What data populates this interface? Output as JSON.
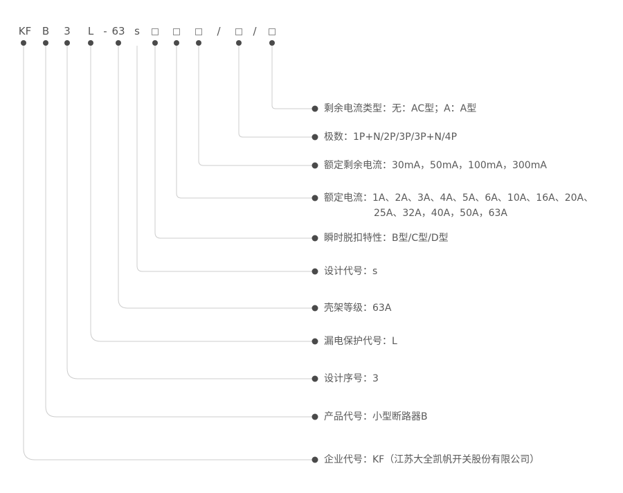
{
  "model_code": {
    "segments": [
      {
        "text": "KF",
        "kind": "code"
      },
      {
        "text": "B",
        "kind": "code"
      },
      {
        "text": "3",
        "kind": "code"
      },
      {
        "text": "L",
        "kind": "code"
      },
      {
        "text": "-",
        "kind": "separator"
      },
      {
        "text": "63",
        "kind": "code"
      },
      {
        "text": "s",
        "kind": "code"
      },
      {
        "text": "",
        "kind": "placeholder-box"
      },
      {
        "text": "",
        "kind": "placeholder-box"
      },
      {
        "text": "",
        "kind": "placeholder-box"
      },
      {
        "text": "/",
        "kind": "separator"
      },
      {
        "text": "",
        "kind": "placeholder-box"
      },
      {
        "text": "/",
        "kind": "separator"
      },
      {
        "text": "",
        "kind": "placeholder-box"
      }
    ]
  },
  "entries": [
    {
      "label": "剩余电流类型：无：AC型；A：A型"
    },
    {
      "label": "极数：1P+N/2P/3P/3P+N/4P"
    },
    {
      "label": "额定剩余电流：30mA，50mA，100mA，300mA"
    },
    {
      "label": "额定电流：1A、2A、3A、4A、5A、6A、10A、16A、20A、",
      "label_line2": "25A、32A，40A，50A，63A"
    },
    {
      "label": "瞬时脱扣特性：B型/C型/D型"
    },
    {
      "label": "设计代号：s"
    },
    {
      "label": "壳架等级：63A"
    },
    {
      "label": "漏电保护代号：L"
    },
    {
      "label": "设计序号：3"
    },
    {
      "label": "产品代号：小型断路器B"
    },
    {
      "label": "企业代号：KF（江苏大全凯帆开关股份有限公司）"
    }
  ],
  "colors": {
    "background": "#ffffff",
    "text": "#595959",
    "code_text": "#555555",
    "line": "#cccccc",
    "dot": "#4a4a4a",
    "box_border": "#8c8c8c"
  }
}
